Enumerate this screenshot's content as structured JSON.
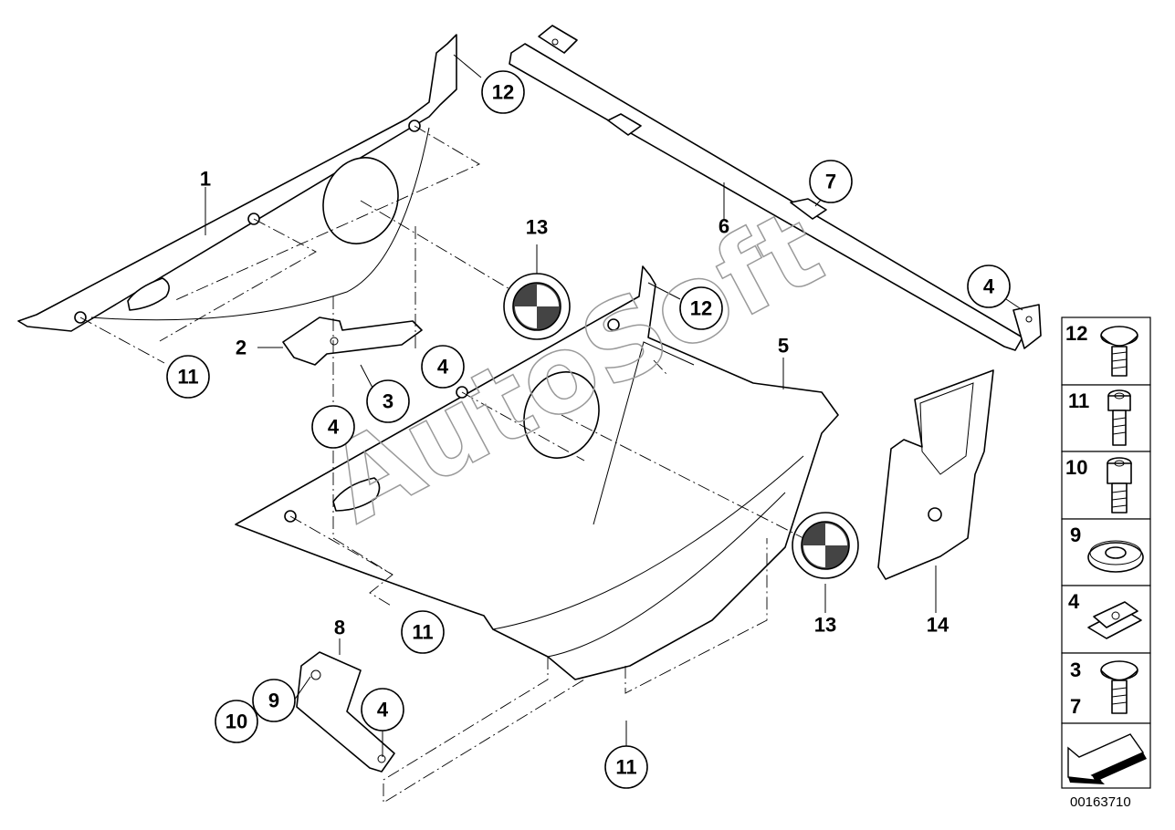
{
  "watermark": "AutoSoft",
  "diagram_ref": "00163710",
  "callouts": [
    {
      "id": "c12a",
      "label": "12"
    },
    {
      "id": "c12b",
      "label": "12"
    },
    {
      "id": "c7",
      "label": "7"
    },
    {
      "id": "c4a",
      "label": "4"
    },
    {
      "id": "c4b",
      "label": "4"
    },
    {
      "id": "c4c",
      "label": "4"
    },
    {
      "id": "c4d",
      "label": "4"
    },
    {
      "id": "c3",
      "label": "3"
    },
    {
      "id": "c11a",
      "label": "11"
    },
    {
      "id": "c11b",
      "label": "11"
    },
    {
      "id": "c11c",
      "label": "11"
    },
    {
      "id": "c9",
      "label": "9"
    },
    {
      "id": "c10",
      "label": "10"
    }
  ],
  "part_labels": [
    {
      "id": "p1",
      "label": "1"
    },
    {
      "id": "p2",
      "label": "2"
    },
    {
      "id": "p5",
      "label": "5"
    },
    {
      "id": "p6",
      "label": "6"
    },
    {
      "id": "p8",
      "label": "8"
    },
    {
      "id": "p13a",
      "label": "13"
    },
    {
      "id": "p13b",
      "label": "13"
    },
    {
      "id": "p14",
      "label": "14"
    }
  ],
  "legend": [
    {
      "num": "12",
      "icon": "button-head-screw-icon"
    },
    {
      "num": "11",
      "icon": "socket-head-cap-screw-icon"
    },
    {
      "num": "10",
      "icon": "cylinder-head-screw-icon"
    },
    {
      "num": "9",
      "icon": "washer-icon"
    },
    {
      "num": "4",
      "icon": "clip-nut-icon"
    },
    {
      "num": "3",
      "num2": "7",
      "icon": "torx-screw-icon"
    },
    {
      "num": "",
      "icon": "direction-arrow-icon"
    }
  ]
}
